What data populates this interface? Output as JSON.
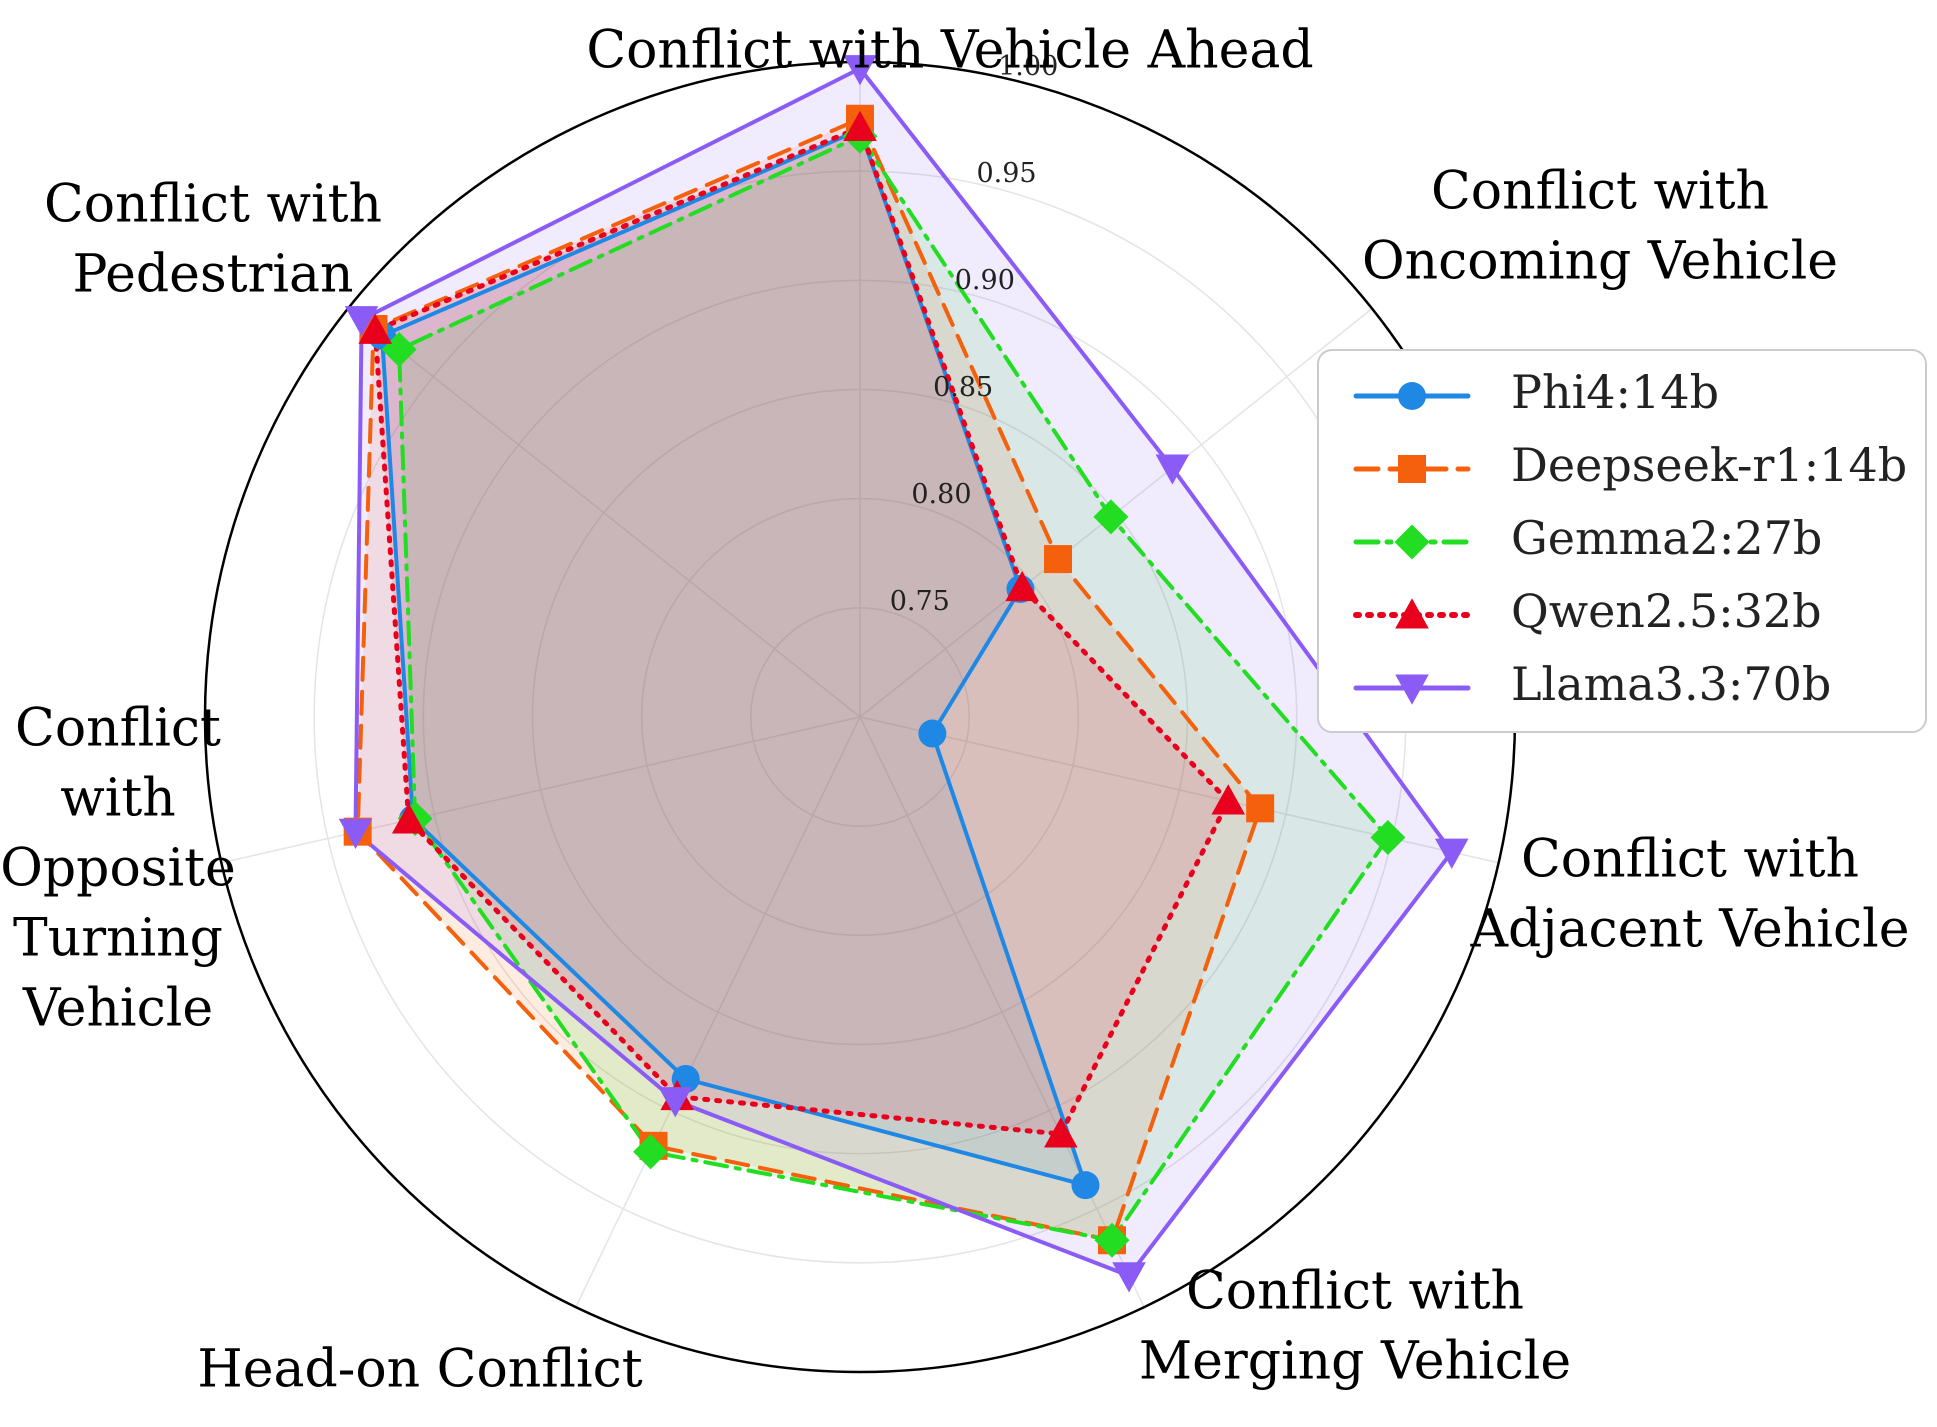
{
  "chart_data": {
    "type": "radar",
    "axes": [
      {
        "lines": [
          "Conflict with Vehicle Ahead"
        ]
      },
      {
        "lines": [
          "Conflict with",
          "Oncoming Vehicle"
        ]
      },
      {
        "lines": [
          "Conflict with",
          "Adjacent Vehicle"
        ]
      },
      {
        "lines": [
          "Conflict with",
          "Merging Vehicle"
        ]
      },
      {
        "lines": [
          "Head-on Conflict"
        ]
      },
      {
        "lines": [
          "Conflict",
          "with",
          "Opposite",
          "Turning",
          "Vehicle"
        ]
      },
      {
        "lines": [
          "Conflict with",
          "Pedestrian"
        ]
      }
    ],
    "rlim": [
      0.7,
      1.0
    ],
    "ticks": [
      0.75,
      0.8,
      0.85,
      0.9,
      0.95,
      1.0
    ],
    "tick_labels": [
      "0.75",
      "0.80",
      "0.85",
      "0.90",
      "0.95",
      "1.00"
    ],
    "grid": true,
    "legend_position": "right",
    "series": [
      {
        "name": "Phi4:14b",
        "color": "#1f88e5",
        "dash": "",
        "marker": "circle",
        "values": [
          0.969,
          0.794,
          0.734,
          0.938,
          0.884,
          0.91,
          0.98
        ]
      },
      {
        "name": "Deepseek-r1:14b",
        "color": "#f4600c",
        "dash": "22,12",
        "marker": "square",
        "values": [
          0.974,
          0.816,
          0.888,
          0.966,
          0.918,
          0.936,
          0.985
        ]
      },
      {
        "name": "Gemma2:27b",
        "color": "#22dd22",
        "dash": "22,9,4,9",
        "marker": "diamond",
        "values": [
          0.966,
          0.847,
          0.948,
          0.966,
          0.921,
          0.909,
          0.97
        ]
      },
      {
        "name": "Qwen2.5:32b",
        "color": "#e8001c",
        "dash": "3,9",
        "marker": "triangle-up",
        "values": [
          0.97,
          0.795,
          0.873,
          0.912,
          0.893,
          0.912,
          0.984
        ]
      },
      {
        "name": "Llama3.3:70b",
        "color": "#8a5cf5",
        "dash": "",
        "marker": "triangle-down",
        "values": [
          0.997,
          0.883,
          0.978,
          0.984,
          0.895,
          0.937,
          0.992
        ]
      }
    ]
  }
}
